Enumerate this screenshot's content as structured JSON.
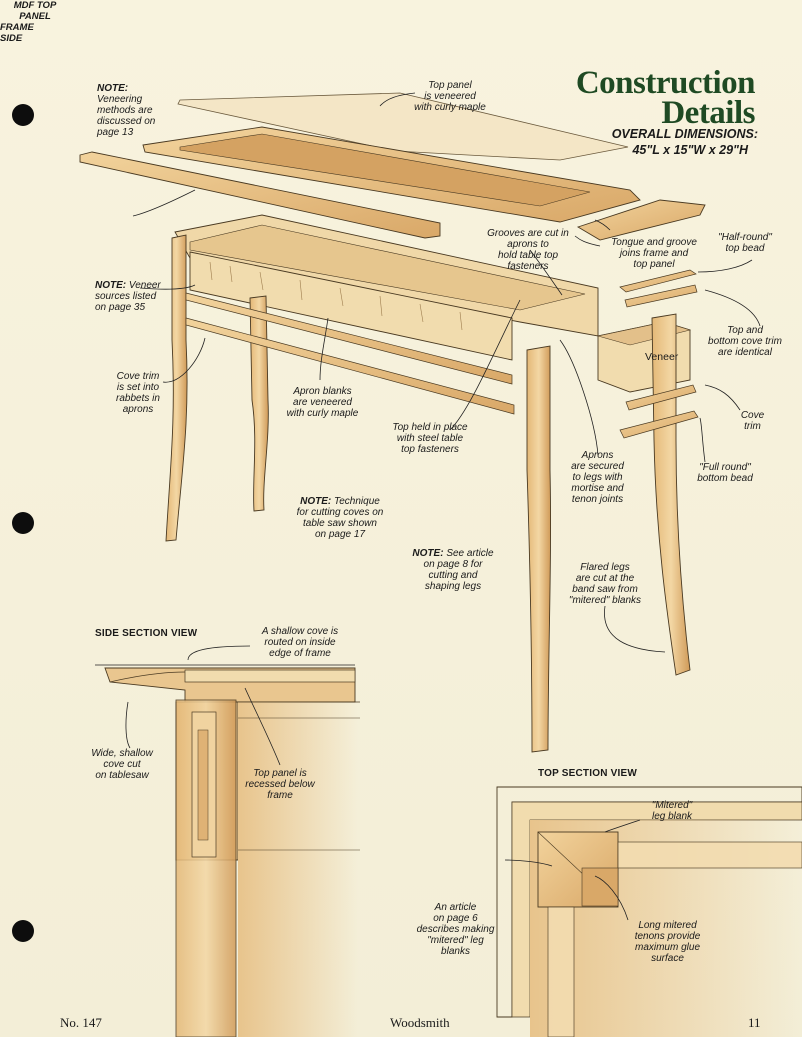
{
  "title": {
    "line1": "Construction",
    "line2": "Details"
  },
  "overall_dimensions": {
    "label": "OVERALL DIMENSIONS:",
    "value": "45\"L x 15\"W x 29\"H"
  },
  "notes": {
    "veneering": {
      "prefix": "NOTE:",
      "text": "Veneering\nmethods are\ndiscussed on\npage 13"
    },
    "veneer_sources": {
      "prefix": "NOTE:",
      "text": "Veneer\nsources listed\non page 35"
    },
    "coves": {
      "prefix": "NOTE:",
      "text": "Technique\nfor cutting coves on\ntable saw shown\non page 17"
    },
    "legs": {
      "prefix": "NOTE:",
      "text": "See article\non page 8 for\ncutting and\nshaping legs"
    }
  },
  "callouts": {
    "top_panel": "Top panel\nis veneered\nwith curly maple",
    "mdf_top_panel": "MDF TOP\nPANEL",
    "frame_side": "FRAME\nSIDE",
    "grooves": "Grooves are cut in\naprons to\nhold table top\nfasteners",
    "tongue_groove": "Tongue and groove\njoins frame and\ntop panel",
    "half_round": "\"Half-round\"\ntop bead",
    "top_bottom_cove": "Top and\nbottom cove trim\nare identical",
    "veneer": "Veneer",
    "cove_trim": "Cove\ntrim",
    "full_round": "\"Full round\"\nbottom bead",
    "cove_trim_rabbets": "Cove trim\nis set into\nrabbets in\naprons",
    "apron_blanks": "Apron blanks\nare veneered\nwith curly maple",
    "top_held": "Top held in place\nwith steel table\ntop fasteners",
    "aprons_secured": "Aprons\nare secured\nto legs with\nmortise and\ntenon joints",
    "flared_legs": "Flared legs\nare cut at the\nband saw from\n\"mitered\" blanks",
    "shallow_cove": "A shallow cove is\nrouted on inside\nedge of frame",
    "wide_shallow": "Wide, shallow\ncove cut\non tablesaw",
    "top_recessed": "Top panel is\nrecessed below\nframe",
    "mitered_leg_blank": "\"Mitered\"\nleg blank",
    "article_page6": "An article\non page 6\ndescribes making\n\"mitered\" leg\nblanks",
    "long_mitered": "Long mitered\ntenons provide\nmaximum glue\nsurface"
  },
  "sections": {
    "side": "SIDE SECTION VIEW",
    "top": "TOP SECTION VIEW"
  },
  "footer": {
    "issue": "No. 147",
    "magazine": "Woodsmith",
    "page": "11"
  },
  "colors": {
    "title_green": "#1f4a23",
    "wood": "#e8c38a",
    "wood_dark": "#c99553",
    "paper": "#f6f1dc"
  }
}
